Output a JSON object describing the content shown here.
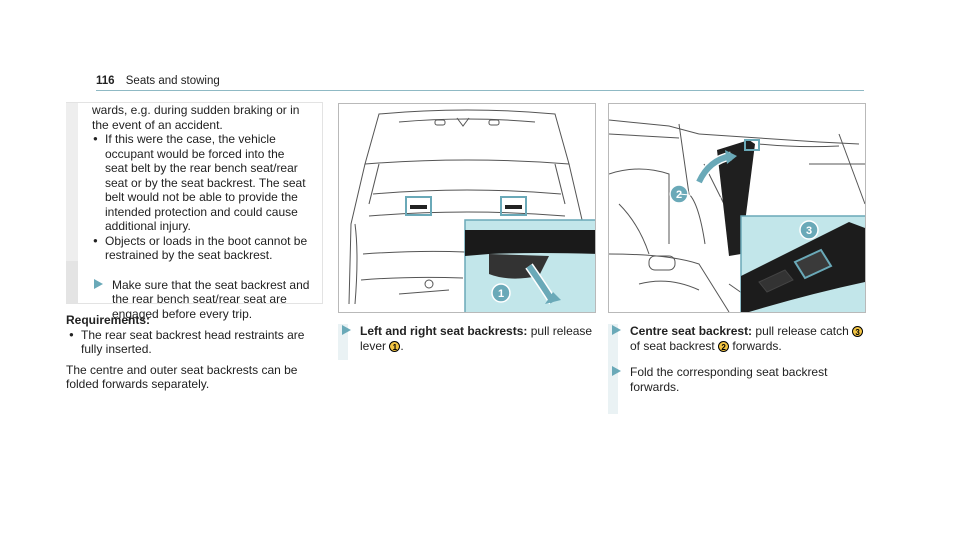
{
  "header": {
    "page_number": "116",
    "section": "Seats and stowing"
  },
  "warning": {
    "lead": "wards, e.g. during sudden braking or in the event of an accident.",
    "bullets": [
      "If this were the case, the vehicle occupant would be forced into the seat belt by the rear bench seat/rear seat or by the seat backrest. The seat belt would not be able to provide the intended protection and could cause additional injury.",
      "Objects or loads in the boot cannot be restrained by the seat backrest."
    ],
    "step": "Make sure that the seat backrest and the rear bench seat/rear seat are engaged before every trip."
  },
  "requirements": {
    "heading": "Requirements:",
    "item": "The rear seat backrest head restraints are fully inserted.",
    "note": "The centre and outer seat backrests can be folded forwards separately."
  },
  "middle": {
    "step_bold": "Left and right seat backrests:",
    "step_text": " pull release lever ",
    "lever_num": "1",
    "step_end": "."
  },
  "right": {
    "step1_bold": "Centre seat backrest:",
    "step1_text": " pull release catch ",
    "catch_num": "3",
    "step1_text2": " of seat backrest ",
    "backrest_num": "2",
    "step1_end": " forwards.",
    "step2": "Fold the corresponding seat backrest forwards."
  },
  "figures": {
    "fig1_callout": "1",
    "fig2_callout_a": "2",
    "fig2_callout_b": "3"
  },
  "colors": {
    "accent": "#6aa9b8",
    "callout": "#f2c443",
    "zoom_bg": "#c2e6ea"
  }
}
